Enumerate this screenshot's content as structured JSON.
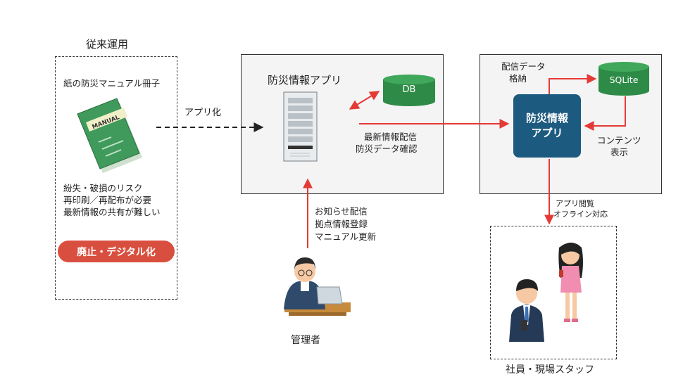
{
  "legacy": {
    "title": "従来運用",
    "item": "紙の防災マニュアル冊子",
    "manual_cover": "MANUAL",
    "issue_1": "紛失・破損のリスク",
    "issue_2": "再印刷／再配布が必要",
    "issue_3": "最新情報の共有が難しい",
    "action": "廃止・デジタル化"
  },
  "edge_app_ka": "アプリ化",
  "server": {
    "title": "防災情報アプリ",
    "db_label": "DB"
  },
  "edge_to_device": {
    "line1": "最新情報配信",
    "line2": "防災データ確認"
  },
  "device": {
    "note_1": "配信データ",
    "note_2": "格納",
    "sqlite_label": "SQLite",
    "app_line1": "防災情報",
    "app_line2": "アプリ",
    "content_1": "コンテンツ",
    "content_2": "表示"
  },
  "edge_to_staff": {
    "line1": "アプリ閲覧",
    "line2": "オフライン対応"
  },
  "admin": {
    "action_1": "お知らせ配信",
    "action_2": "拠点情報登録",
    "action_3": "マニュアル更新",
    "label": "管理者"
  },
  "staff": {
    "label": "社員・現場スタッフ"
  },
  "colors": {
    "arrow_red": "#e53935",
    "db_green": "#2e8b47",
    "app_blue": "#1d5a80",
    "pill_red": "#d94f3f",
    "manual_green": "#3f9a5c"
  }
}
